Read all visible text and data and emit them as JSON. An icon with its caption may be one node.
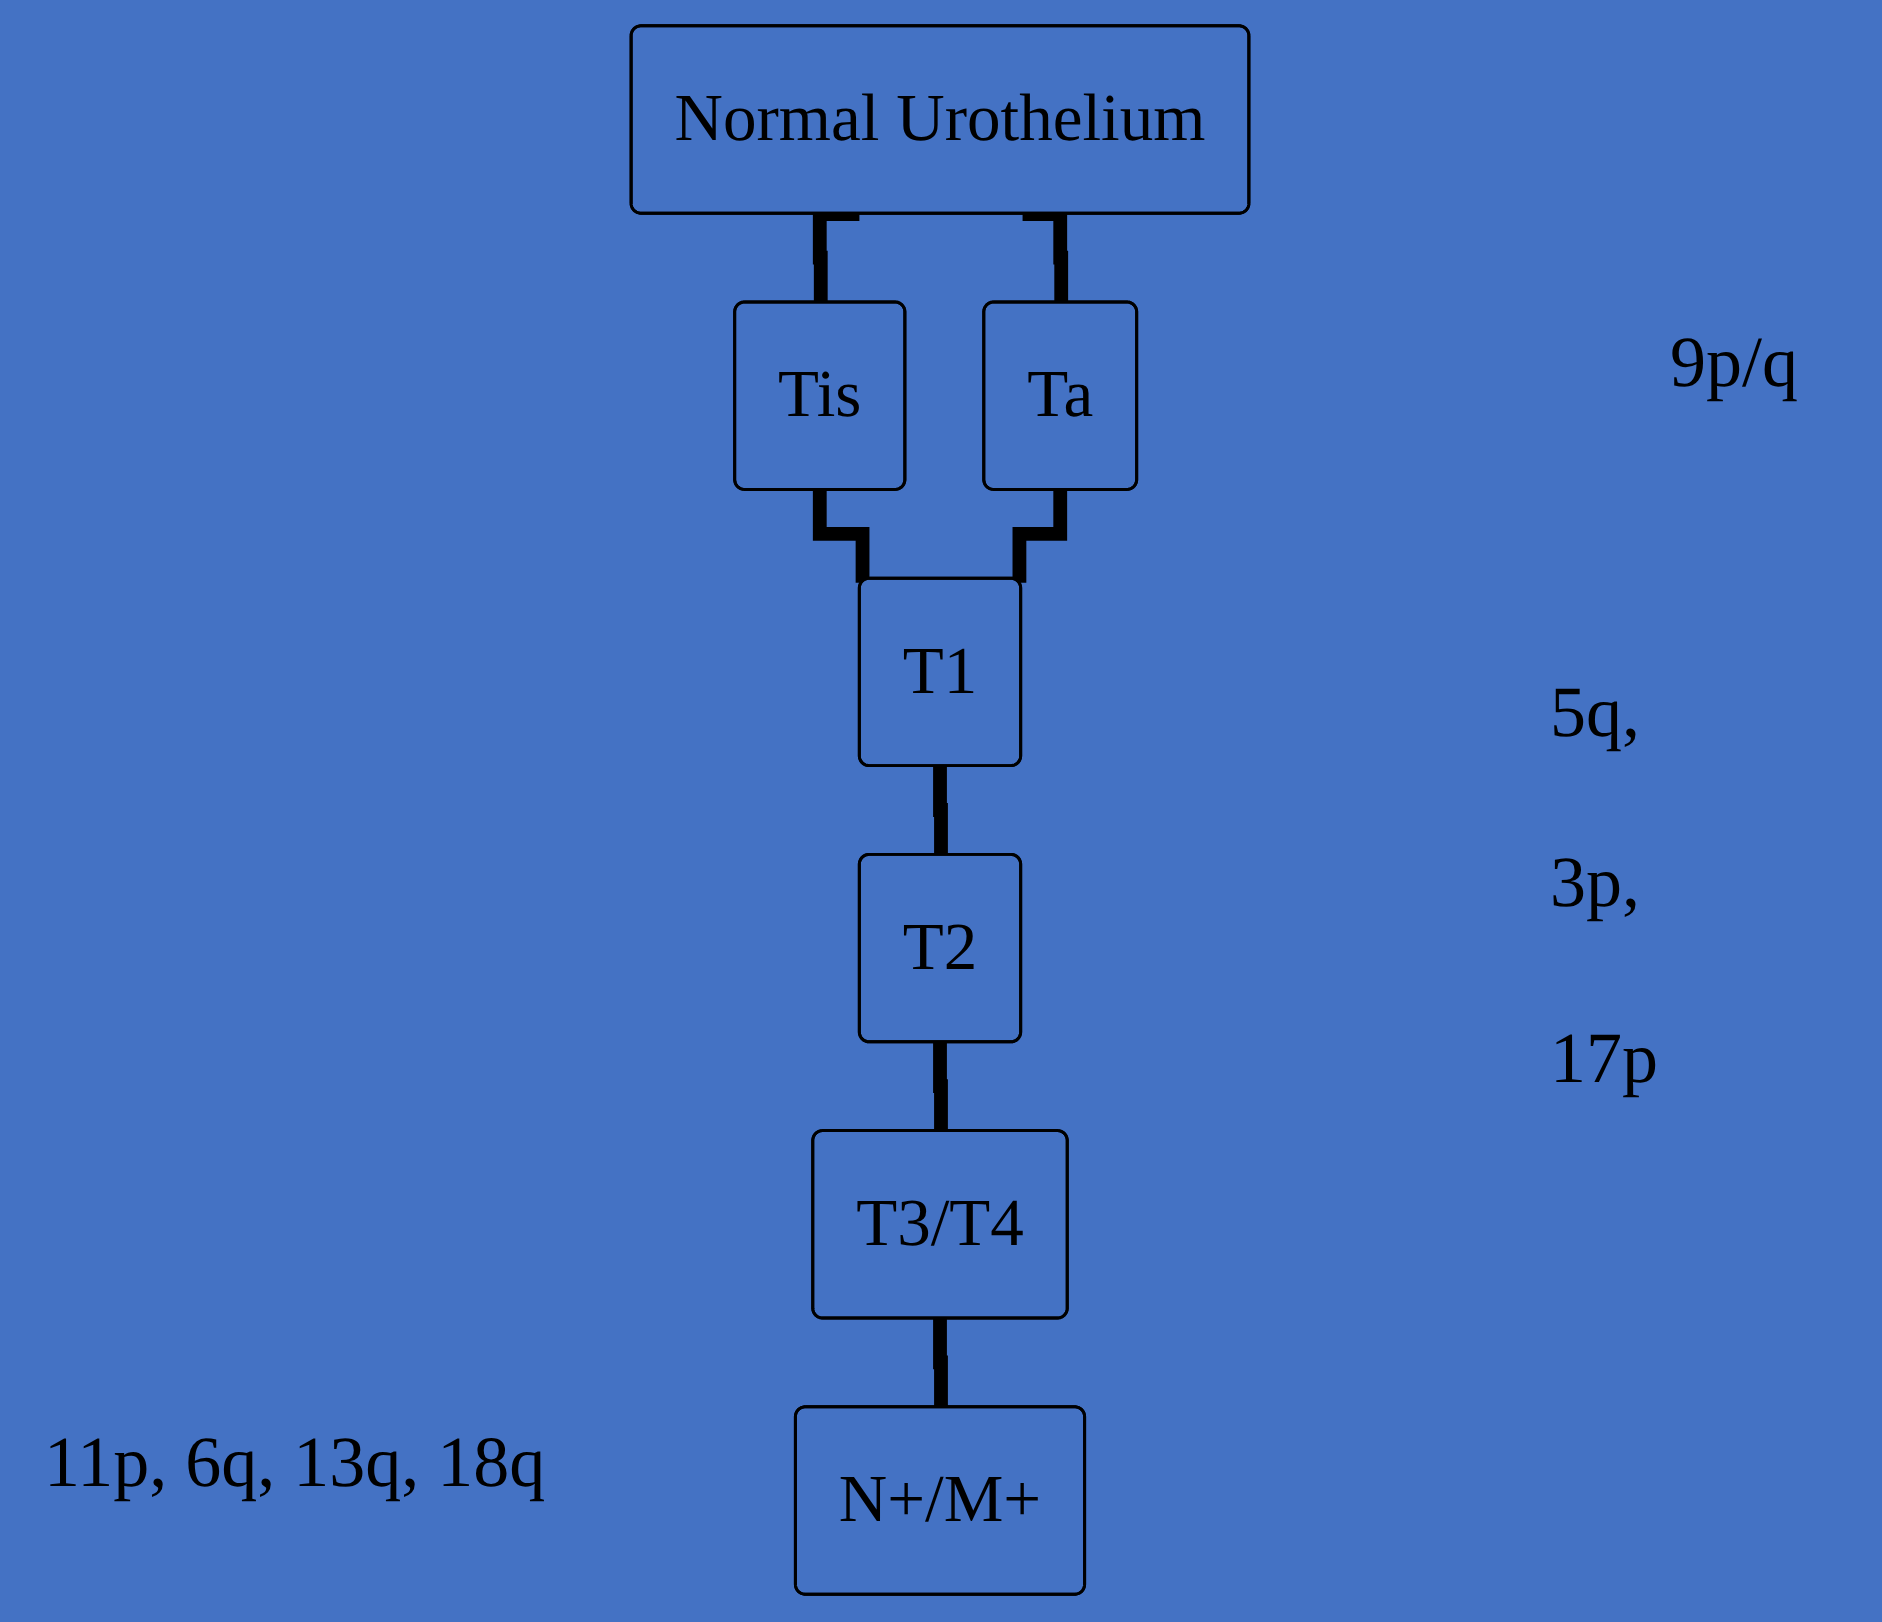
{
  "diagram": {
    "nodes": [
      {
        "text": [
          "Normal Urothelium"
        ]
      },
      {
        "text": [
          "Tis"
        ]
      },
      {
        "text": [
          "Ta"
        ]
      },
      {
        "text": [
          "T1"
        ]
      },
      {
        "text": [
          "T2"
        ]
      },
      {
        "text": [
          "T3/T4"
        ]
      },
      {
        "text": [
          "N+/M+"
        ]
      }
    ],
    "edges": [
      {
        "from": 0,
        "to": 1,
        "arrow": "none"
      },
      {
        "from": 0,
        "to": 2,
        "arrow": "none"
      },
      {
        "from": 1,
        "to": 3,
        "arrow": "none"
      },
      {
        "from": 2,
        "to": 3,
        "arrow": "none"
      },
      {
        "from": 3,
        "to": 4,
        "arrow": "none"
      },
      {
        "from": 4,
        "to": 5,
        "arrow": "none"
      },
      {
        "from": 5,
        "to": 6,
        "arrow": "none"
      }
    ],
    "labels": [
      "9p/q",
      "5q,",
      "3p,",
      "17p",
      "11p, 6q, 13q, 18q"
    ]
  }
}
